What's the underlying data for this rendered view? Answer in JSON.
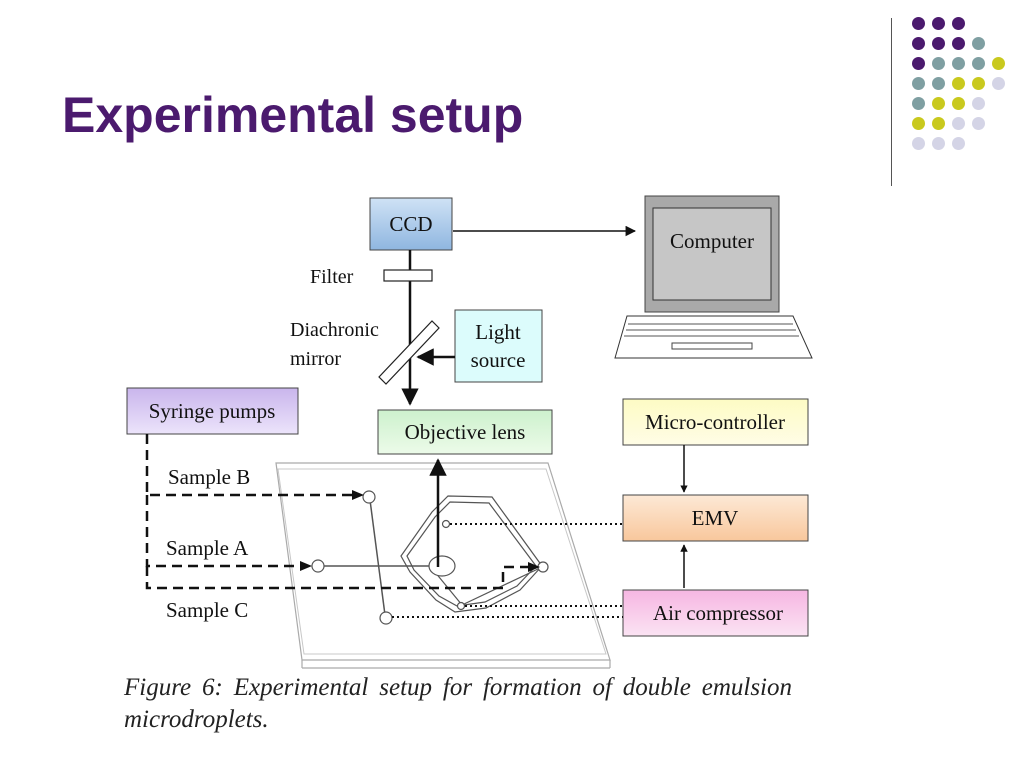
{
  "slide": {
    "title": "Experimental setup"
  },
  "theme": {
    "title_color": "#4b1a6e",
    "dot_colors": [
      "#4b1a6e",
      "#7f9fa2",
      "#c9c91e",
      "#d4d4e6"
    ]
  },
  "diagram": {
    "ccd": "CCD",
    "filter": "Filter",
    "mirror_line1": "Diachronic",
    "mirror_line2": "mirror",
    "light_line1": "Light",
    "light_line2": "source",
    "computer": "Computer",
    "syringe": "Syringe pumps",
    "objective": "Objective lens",
    "microcontroller": "Micro-controller",
    "emv": "EMV",
    "compressor": "Air compressor",
    "sample_b": "Sample B",
    "sample_a": "Sample A",
    "sample_c": "Sample C"
  },
  "caption": "Figure 6: Experimental setup for formation of double emulsion microdroplets."
}
